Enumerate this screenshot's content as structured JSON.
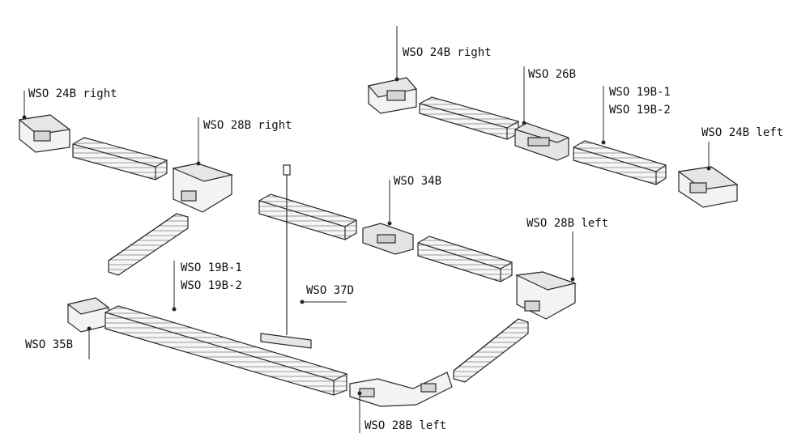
{
  "labels": {
    "l_24b_right_top": "WSO 24B right",
    "l_26b": "WSO 26B",
    "l_19b_top_1": "WSO 19B-1",
    "l_19b_top_2": "WSO 19B-2",
    "l_24b_left": "WSO 24B left",
    "l_24b_right_left": "WSO 24B right",
    "l_28b_right": "WSO 28B right",
    "l_34b": "WSO 34B",
    "l_28b_left_mid": "WSO 28B left",
    "l_19b_bot_1": "WSO 19B-1",
    "l_19b_bot_2": "WSO 19B-2",
    "l_37d": "WSO 37D",
    "l_35b": "WSO 35B",
    "l_28b_left_bot": "WSO 28B left"
  },
  "colors": {
    "line": "#2a2a2a",
    "fill": "#f3f3f3",
    "shade": "#d6d6d6",
    "text": "#111111"
  }
}
